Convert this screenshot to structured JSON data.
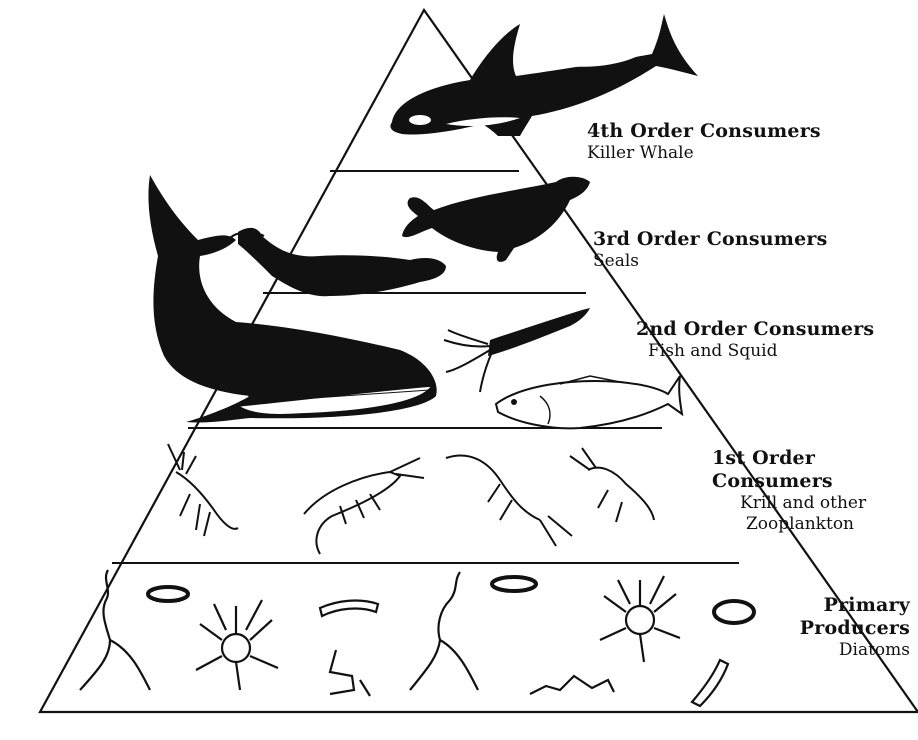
{
  "levels": [
    {
      "id": "4th",
      "title": "4th Order Consumers",
      "title_l1": "4th Order Consumers",
      "subtitle": "Killer Whale"
    },
    {
      "id": "3rd",
      "title": "3rd Order Consumers",
      "title_l1": "3rd Order Consumers",
      "subtitle": "Seals"
    },
    {
      "id": "2nd",
      "title": "2nd Order Consumers",
      "title_l1": "2nd Order Consumers",
      "subtitle": "Fish and Squid"
    },
    {
      "id": "1st",
      "title": "1st Order Consumers",
      "title_l1": "1st Order",
      "title_l2": "Consumers",
      "subtitle_l1": "Krill and other",
      "subtitle_l2": "Zooplankton"
    },
    {
      "id": "primary",
      "title": "Primary Producers",
      "title_l1": "Primary",
      "title_l2": "Producers",
      "subtitle": "Diatoms"
    }
  ],
  "organism_icons": [
    "killer-whale-icon",
    "seal-icon",
    "humpback-whale-icon",
    "squid-icon",
    "fish-icon",
    "krill-icon",
    "diatom-icon"
  ],
  "colors": {
    "ink": "#111111",
    "background": "#ffffff"
  }
}
